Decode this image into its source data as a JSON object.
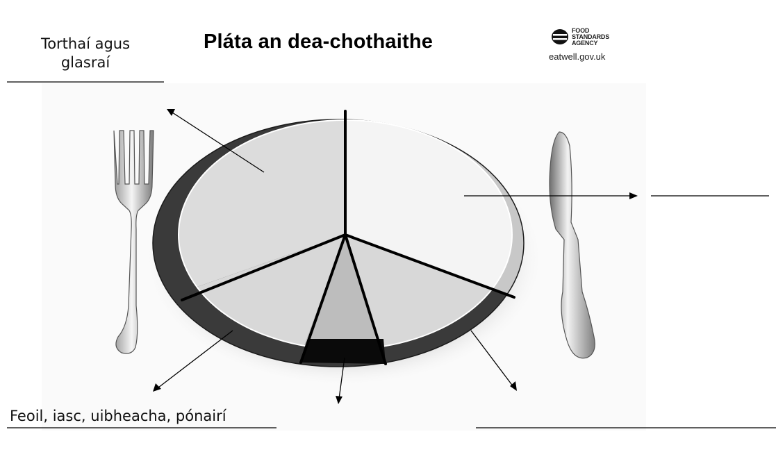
{
  "title": "Pláta an dea-chothaithe",
  "logo": {
    "lines": [
      "FOOD",
      "STANDARDS",
      "AGENCY"
    ],
    "url": "eatwell.gov.uk"
  },
  "labels": {
    "fruit_veg_line1": "Torthaí agus",
    "fruit_veg_line2": "glasraí",
    "protein": "Feoil, iasc, uibheacha, pónairí",
    "starch": "",
    "dairy": "",
    "fat_sugar": "",
    "drinks": ""
  },
  "colors": {
    "rim_dark": "#3a3a3a",
    "rim_light": "#c8c8c8",
    "segment_light": "#dcdcdc",
    "segment_white": "#f4f4f4",
    "segment_mid": "#bdbdbd",
    "segment_black": "#0a0a0a",
    "divider": "#000000"
  }
}
